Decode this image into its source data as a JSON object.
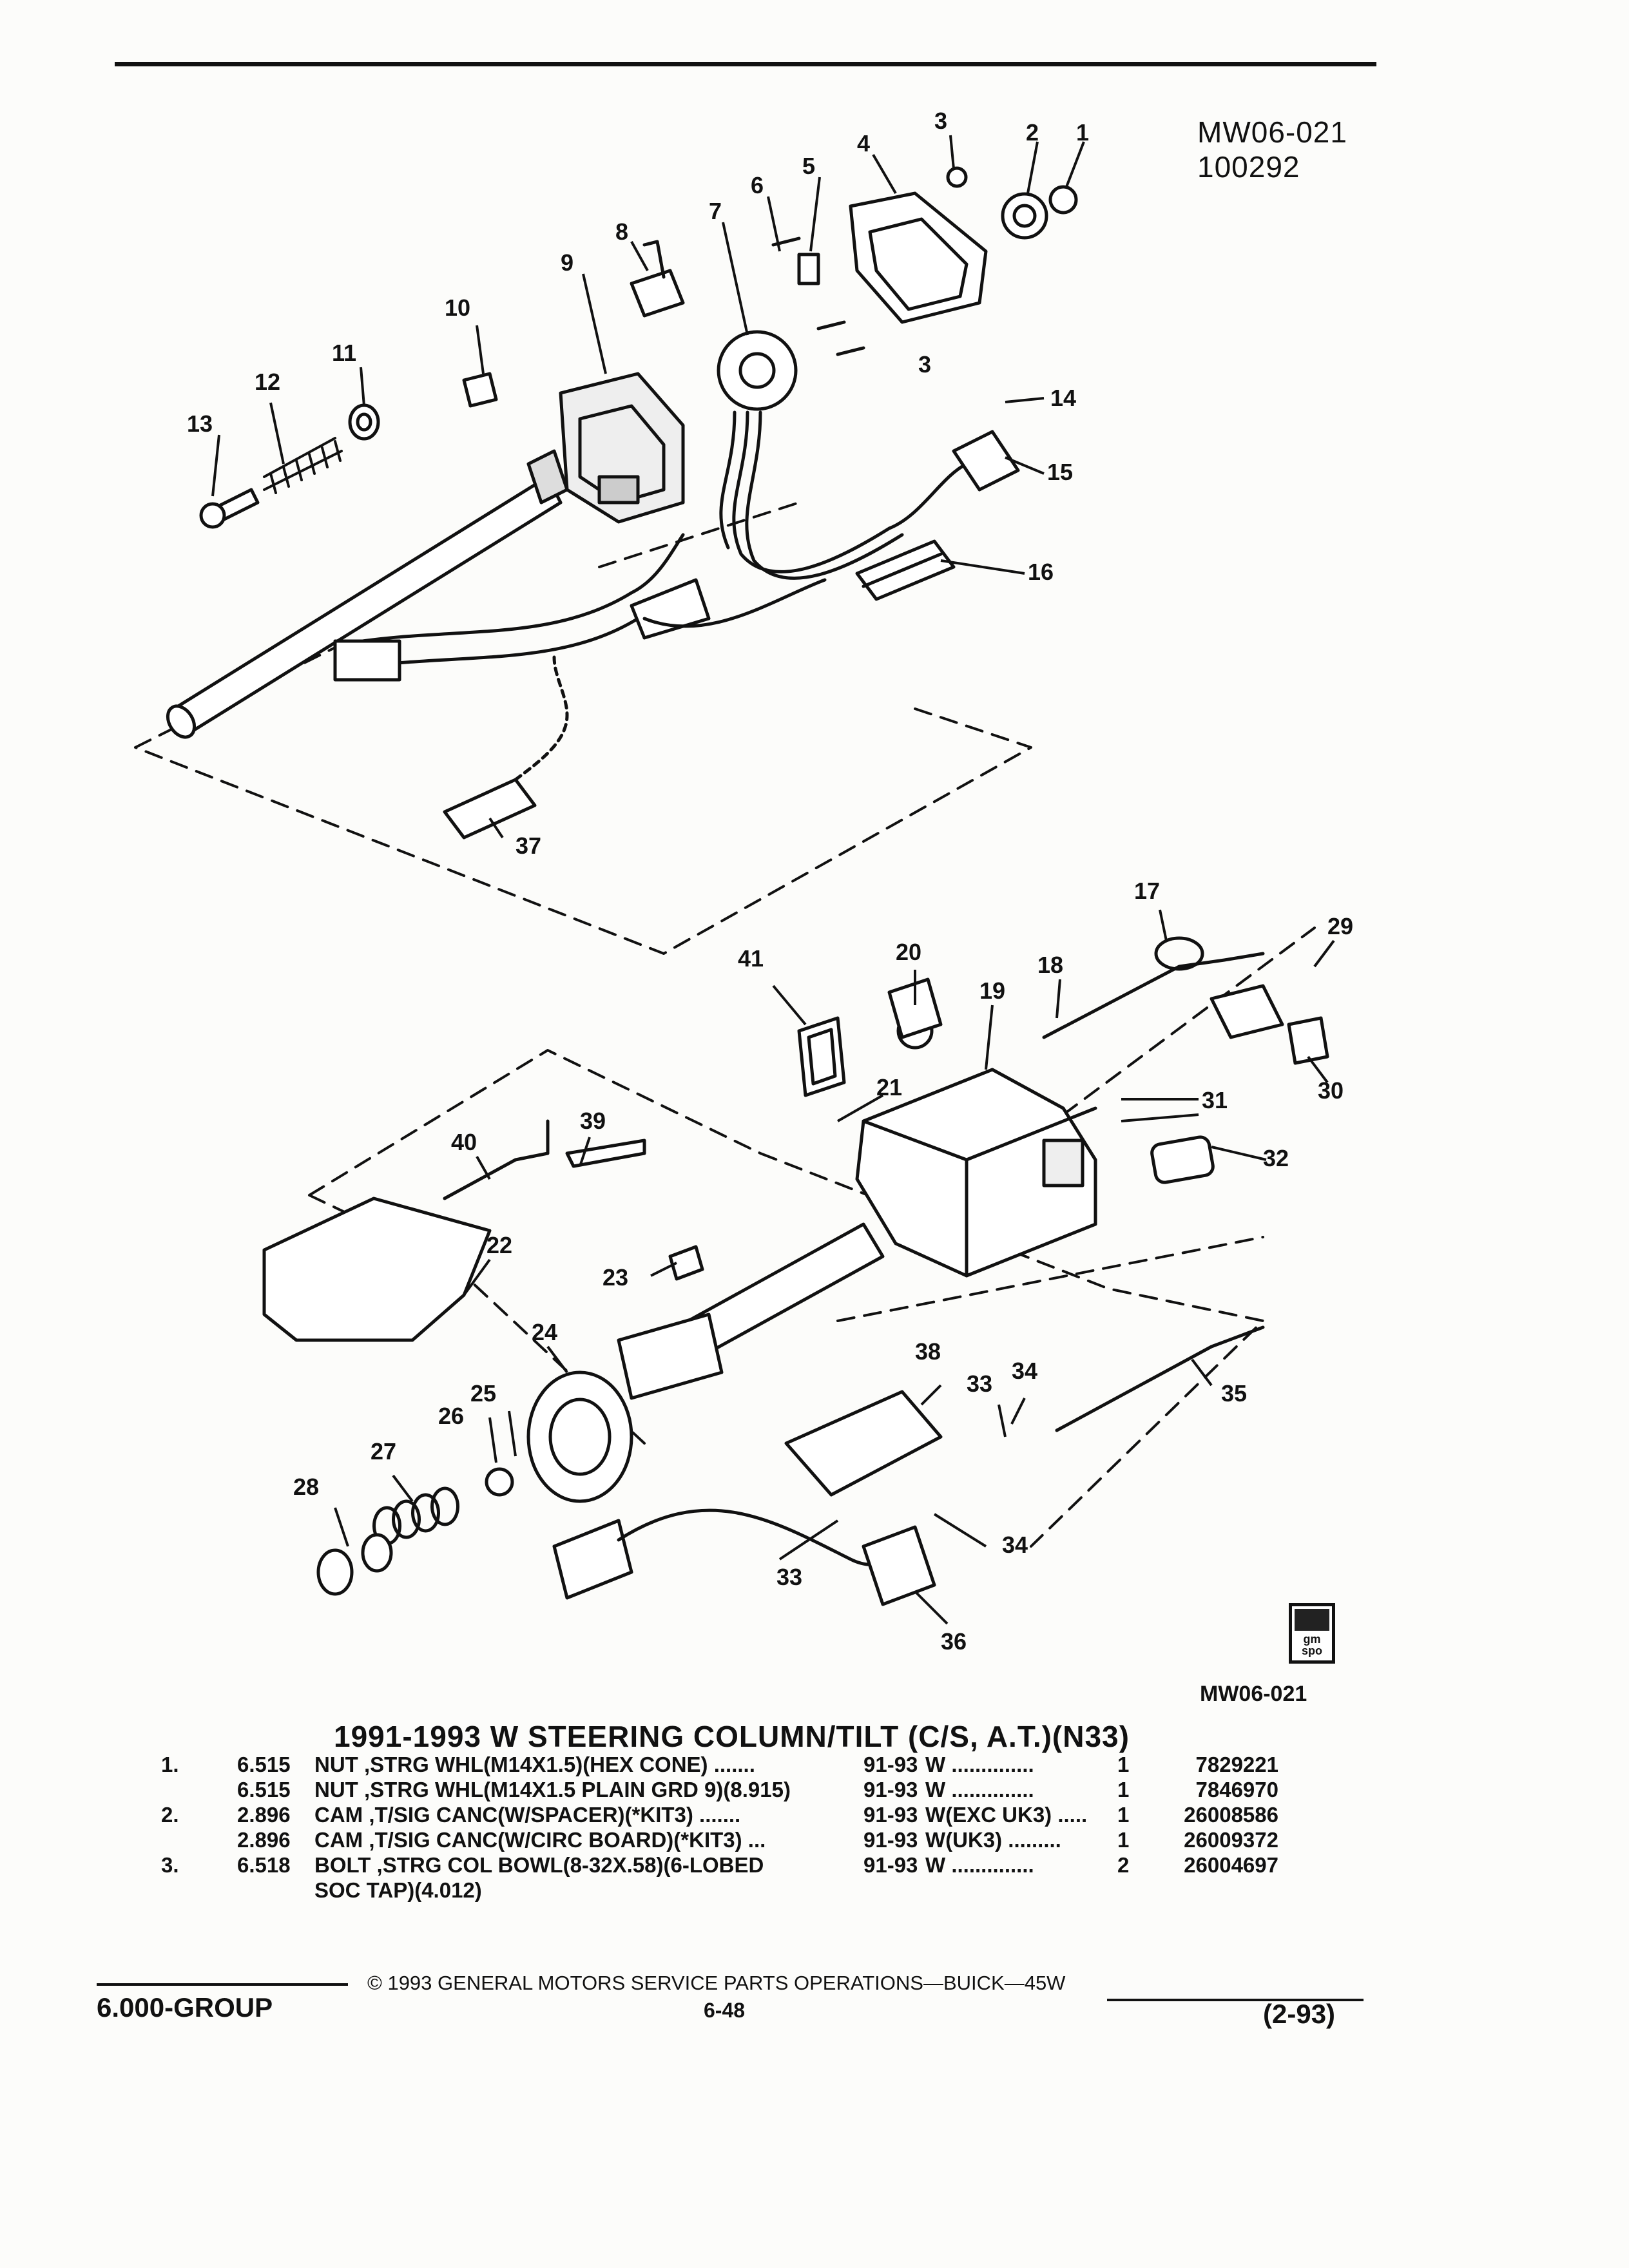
{
  "figure": {
    "id_line1": "MW06-021",
    "id_line2": "100292",
    "caption": "MW06-021",
    "logo_text": "gm spo",
    "callouts": [
      "1",
      "2",
      "3",
      "3",
      "4",
      "5",
      "6",
      "7",
      "8",
      "9",
      "10",
      "11",
      "12",
      "13",
      "14",
      "15",
      "16",
      "17",
      "18",
      "19",
      "20",
      "21",
      "22",
      "23",
      "24",
      "25",
      "26",
      "27",
      "28",
      "29",
      "30",
      "31",
      "32",
      "33",
      "33",
      "34",
      "34",
      "35",
      "36",
      "37",
      "38",
      "39",
      "40",
      "41"
    ]
  },
  "title": "1991-1993 W STEERING COLUMN/TILT (C/S, A.T.)(N33)",
  "parts": [
    {
      "item": "1.",
      "group": "6.515",
      "desc": "NUT ,STRG WHL(M14X1.5)(HEX CONE) .......",
      "years": "91-93",
      "model": "W ..............",
      "qty": "1",
      "part": "7829221"
    },
    {
      "item": "",
      "group": "6.515",
      "desc": "NUT ,STRG WHL(M14X1.5 PLAIN GRD 9)(8.915)",
      "years": "91-93",
      "model": "W ..............",
      "qty": "1",
      "part": "7846970"
    },
    {
      "item": "2.",
      "group": "2.896",
      "desc": "CAM ,T/SIG CANC(W/SPACER)(*KIT3) .......",
      "years": "91-93",
      "model": "W(EXC UK3) .....",
      "qty": "1",
      "part": "26008586"
    },
    {
      "item": "",
      "group": "2.896",
      "desc": "CAM ,T/SIG CANC(W/CIRC BOARD)(*KIT3) ...",
      "years": "91-93",
      "model": "W(UK3) .........",
      "qty": "1",
      "part": "26009372"
    },
    {
      "item": "3.",
      "group": "6.518",
      "desc": "BOLT ,STRG COL BOWL(8-32X.58)(6-LOBED",
      "years": "91-93",
      "model": "W ..............",
      "qty": "2",
      "part": "26004697"
    },
    {
      "item": "",
      "group": "",
      "desc": "SOC TAP)(4.012)",
      "years": "",
      "model": "",
      "qty": "",
      "part": ""
    }
  ],
  "footer": {
    "copyright": "© 1993 GENERAL MOTORS SERVICE PARTS OPERATIONS—BUICK—45W",
    "group": "6.000-GROUP",
    "page": "6-48",
    "date": "(2-93)"
  }
}
